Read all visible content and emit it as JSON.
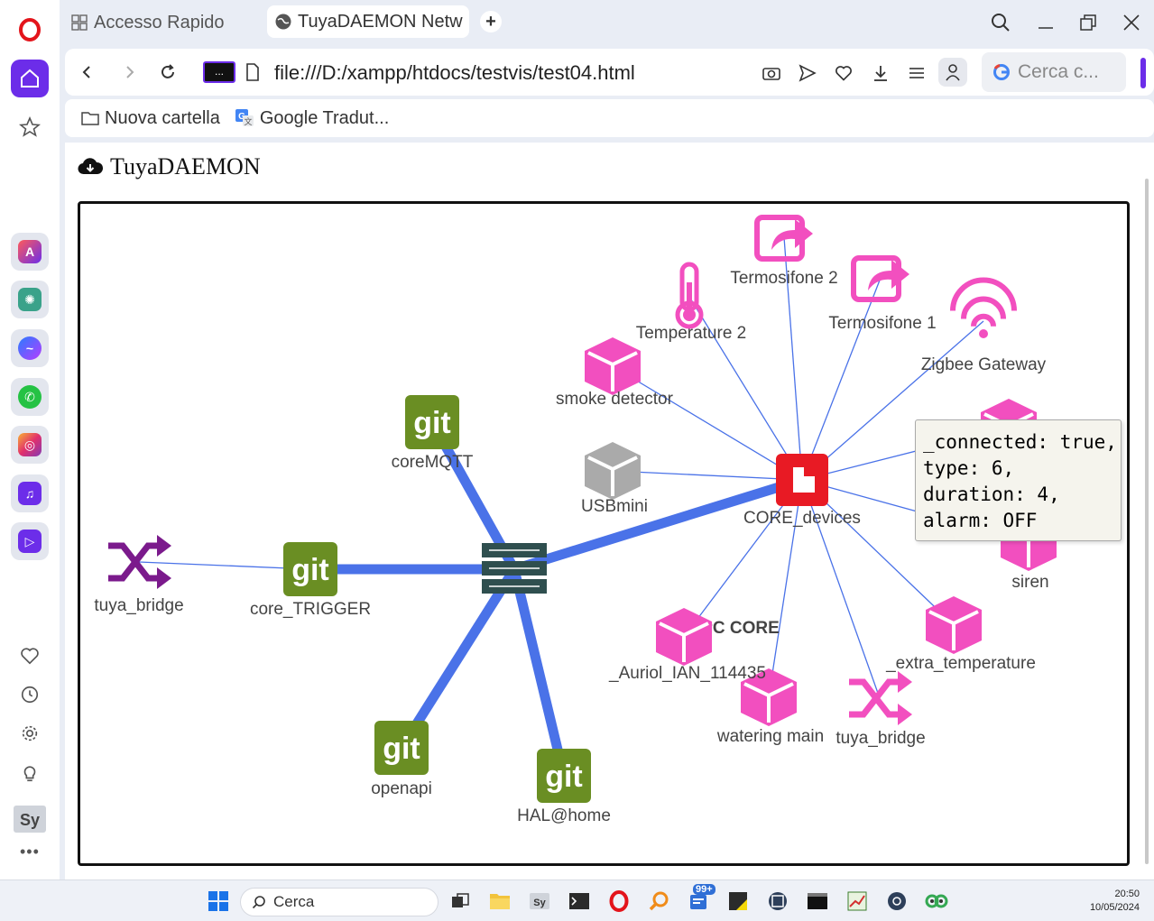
{
  "browser": {
    "tabs": [
      {
        "label": "Accesso Rapido",
        "active": false
      },
      {
        "label": "TuyaDAEMON Netw",
        "active": true
      }
    ],
    "url": "file:///D:/xampp/htdocs/testvis/test04.html",
    "search_placeholder": "Cerca c...",
    "bookmarks": [
      "Nuova cartella",
      "Google Tradut..."
    ]
  },
  "page": {
    "title": "TuyaDAEMON",
    "tooltip": "_connected: true,\ntype: 6,\nduration: 4,\nalarm: OFF"
  },
  "graph": {
    "nodes": [
      {
        "id": "devpc",
        "label": "DEVPC CORE",
        "icon": "server-icon",
        "color": "#2f4f4f"
      },
      {
        "id": "coremqtt",
        "label": "coreMQTT",
        "icon": "git-icon",
        "color": "#6a8e23"
      },
      {
        "id": "coretrigger",
        "label": "core_TRIGGER",
        "icon": "git-icon",
        "color": "#6a8e23"
      },
      {
        "id": "openapi",
        "label": "openapi",
        "icon": "git-icon",
        "color": "#6a8e23"
      },
      {
        "id": "halhome",
        "label": "HAL@home",
        "icon": "git-icon",
        "color": "#6a8e23"
      },
      {
        "id": "tuyabridge1",
        "label": "tuya_bridge",
        "icon": "shuffle-icon",
        "color": "#7b1a8c"
      },
      {
        "id": "coredevices",
        "label": "CORE_devices",
        "icon": "tuya-icon",
        "color": "#e81a24"
      },
      {
        "id": "usbmini",
        "label": "USBmini",
        "icon": "cube-icon",
        "color": "#aaaaaa"
      },
      {
        "id": "smoke",
        "label": "smoke detector",
        "icon": "cube-icon",
        "color": "#f24fbf"
      },
      {
        "id": "temp2",
        "label": "Temperature 2",
        "icon": "thermometer-icon",
        "color": "#f24fbf"
      },
      {
        "id": "termo2",
        "label": "Termosifone 2",
        "icon": "share-icon",
        "color": "#f24fbf"
      },
      {
        "id": "termo1",
        "label": "Termosifone 1",
        "icon": "share-icon",
        "color": "#f24fbf"
      },
      {
        "id": "zigbee",
        "label": "Zigbee Gateway",
        "icon": "wifi-icon",
        "color": "#f24fbf"
      },
      {
        "id": "siren",
        "label": "siren",
        "icon": "cube-icon",
        "color": "#f24fbf"
      },
      {
        "id": "extratemp",
        "label": "_extra_temperature",
        "icon": "cube-icon",
        "color": "#f24fbf"
      },
      {
        "id": "tuyabridge2",
        "label": "tuya_bridge",
        "icon": "shuffle-icon",
        "color": "#f24fbf"
      },
      {
        "id": "watering",
        "label": "watering main",
        "icon": "cube-icon",
        "color": "#f24fbf"
      },
      {
        "id": "auriol",
        "label": "_Auriol_IAN_114435",
        "icon": "cube-icon",
        "color": "#f24fbf"
      },
      {
        "id": "hidden",
        "label": "",
        "icon": "cube-icon",
        "color": "#f24fbf"
      }
    ],
    "edges": [
      {
        "from": "devpc",
        "to": "coremqtt",
        "weight": "thick"
      },
      {
        "from": "devpc",
        "to": "coretrigger",
        "weight": "thick"
      },
      {
        "from": "devpc",
        "to": "openapi",
        "weight": "thick"
      },
      {
        "from": "devpc",
        "to": "halhome",
        "weight": "thick"
      },
      {
        "from": "devpc",
        "to": "coredevices",
        "weight": "thick"
      },
      {
        "from": "coretrigger",
        "to": "tuyabridge1",
        "weight": "thin"
      },
      {
        "from": "coredevices",
        "to": "usbmini",
        "weight": "thin"
      },
      {
        "from": "coredevices",
        "to": "smoke",
        "weight": "thin"
      },
      {
        "from": "coredevices",
        "to": "temp2",
        "weight": "thin"
      },
      {
        "from": "coredevices",
        "to": "termo2",
        "weight": "thin"
      },
      {
        "from": "coredevices",
        "to": "termo1",
        "weight": "thin"
      },
      {
        "from": "coredevices",
        "to": "zigbee",
        "weight": "thin"
      },
      {
        "from": "coredevices",
        "to": "hidden",
        "weight": "thin"
      },
      {
        "from": "coredevices",
        "to": "siren",
        "weight": "thin"
      },
      {
        "from": "coredevices",
        "to": "extratemp",
        "weight": "thin"
      },
      {
        "from": "coredevices",
        "to": "tuyabridge2",
        "weight": "thin"
      },
      {
        "from": "coredevices",
        "to": "watering",
        "weight": "thin"
      },
      {
        "from": "coredevices",
        "to": "auriol",
        "weight": "thin"
      }
    ]
  },
  "taskbar": {
    "search_label": "Cerca",
    "badge": "99+",
    "time": "20:50",
    "date": "10/05/2024"
  },
  "colors": {
    "edge": "#4a72e8",
    "accent": "#6c2de9"
  }
}
